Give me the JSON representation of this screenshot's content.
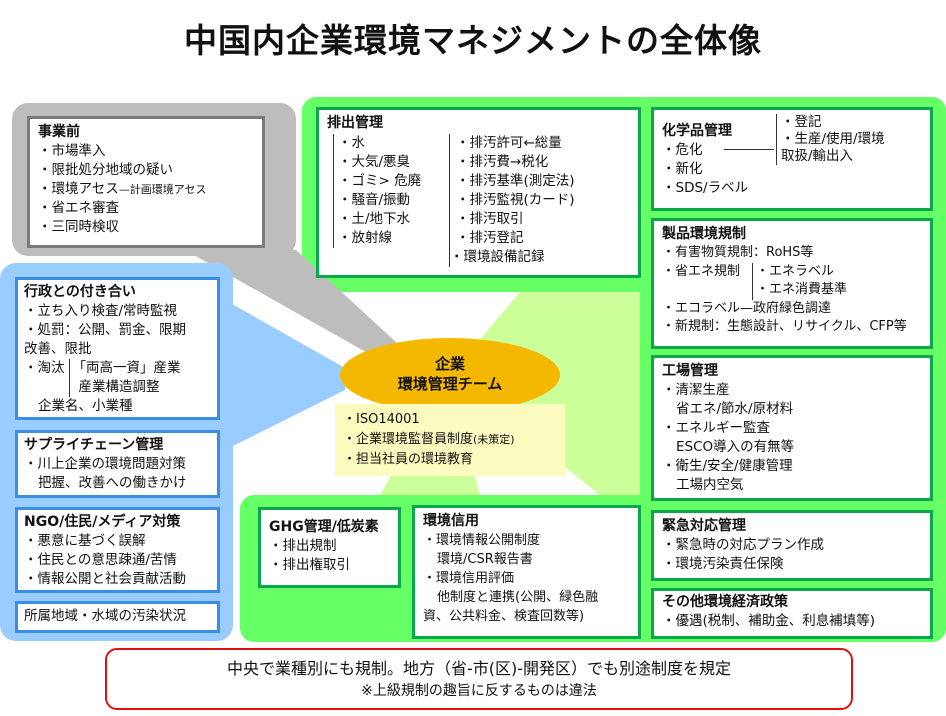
{
  "title": "中国内企業環境マネジメントの全体像",
  "center": {
    "line1": "企業",
    "line2": "環境管理チーム",
    "items": [
      "・ISO14001",
      "・企業環境監督員制度",
      "(未策定)",
      "・担当社員の環境教育"
    ]
  },
  "pre": {
    "title": "事業前",
    "items": [
      "・市場準入",
      "・限批処分地域の疑い",
      "・環境アセス",
      "—計画環境アセス",
      "・省エネ審査",
      "・三同時検収"
    ]
  },
  "gov": {
    "title": "行政との付き合い",
    "items": [
      "・立ち入り検査/常時監視",
      "・処罰：公開、罰金、限期",
      "改善、限批",
      "・淘汰",
      "「両高一資」産業",
      "産業構造調整",
      "企業名、小業種"
    ]
  },
  "supply": {
    "title": "サプライチェーン管理",
    "items": [
      "・川上企業の環境問題対策",
      "把握、改善への働きかけ"
    ]
  },
  "ngo": {
    "title": "NGO/住民/メディア対策",
    "items": [
      "・悪意に基づく誤解",
      "・住民との意思疎通/苦情",
      "・情報公開と社会貢献活動"
    ]
  },
  "region": {
    "text": "所属地域・水域の汚染状況"
  },
  "emission": {
    "title": "排出管理",
    "left": [
      "・水",
      "・大気/悪臭",
      "・ゴミ> 危廃",
      "・騒音/振動",
      "・土/地下水",
      "・放射線"
    ],
    "right": [
      "・排汚許可←総量",
      "・排汚費→税化",
      "・排汚基準(測定法)",
      "・排汚監視(カード)",
      "・排汚取引",
      "・排汚登記",
      "・環境設備記録"
    ]
  },
  "chem": {
    "title": "化学品管理",
    "items": [
      "・危化",
      "・新化",
      "・SDS/ラベル"
    ],
    "sub": [
      "・登記",
      "・生産/使用/環境",
      "取扱/輸出入"
    ]
  },
  "product": {
    "title": "製品環境規制",
    "items": [
      "・有害物質規制：RoHS等",
      "・省エネ規制",
      "・エコラベル—政府緑色調達",
      "・新規制：生態設計、リサイクル、CFP等"
    ],
    "sub": [
      "・エネラベル",
      "・エネ消費基準"
    ]
  },
  "factory": {
    "title": "工場管理",
    "items": [
      "・清潔生産",
      "省エネ/節水/原材料",
      "・エネルギー監査",
      "ESCO導入の有無等",
      "・衛生/安全/健康管理",
      "工場内空気"
    ]
  },
  "emergency": {
    "title": "緊急対応管理",
    "items": [
      "・緊急時の対応プラン作成",
      "・環境汚染責任保険"
    ]
  },
  "other": {
    "title": "その他環境経済政策",
    "items": [
      "・優遇(税制、補助金、利息補填等)"
    ]
  },
  "ghg": {
    "title": "GHG管理/低炭素",
    "items": [
      "・排出規制",
      "・排出権取引"
    ]
  },
  "credit": {
    "title": "環境信用",
    "items": [
      "・環境情報公開制度",
      "環境/CSR報告書",
      "・環境信用評価",
      "他制度と連携(公開、緑色融",
      "資、公共料金、検査回数等)"
    ]
  },
  "bottom": {
    "line1": "中央で業種別にも規制。地方（省-市(区)-開発区）でも別途制度を規定",
    "line2": "※上級規制の趣旨に反するものは違法"
  },
  "colors": {
    "green": "#66ff66",
    "blue": "#99ccff",
    "gray": "#bdbdbd",
    "orange": "#f5b800",
    "red": "#e01010"
  }
}
